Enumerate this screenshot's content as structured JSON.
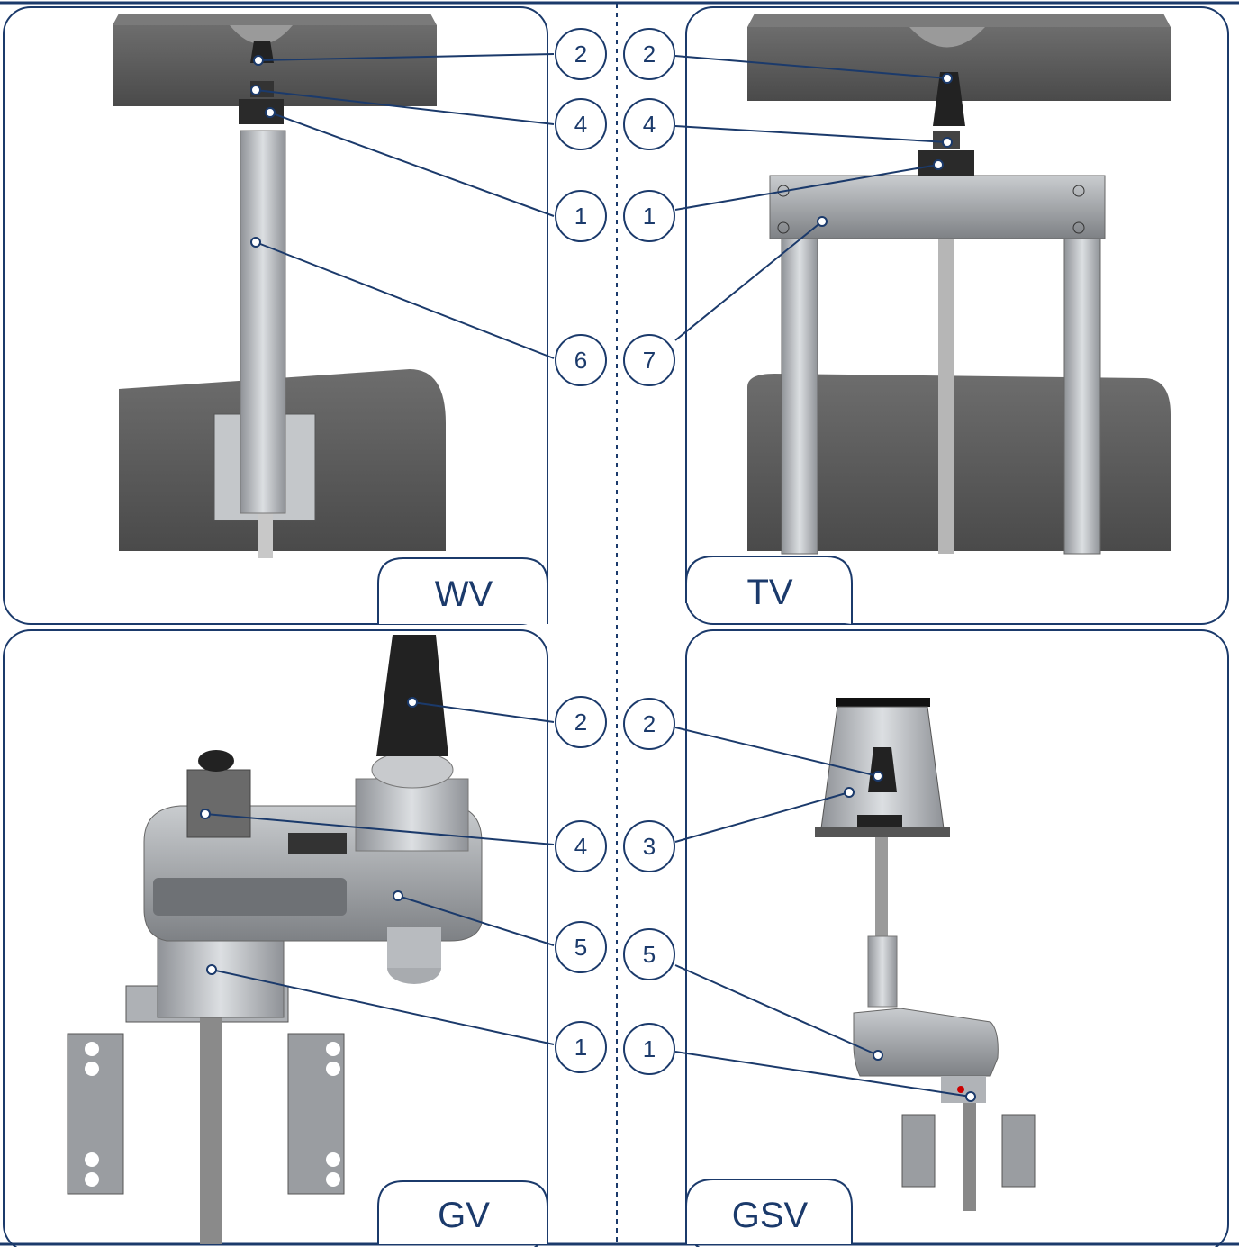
{
  "panels": {
    "top_left": {
      "label": "WV",
      "callouts": [
        "2",
        "4",
        "1",
        "6"
      ]
    },
    "top_right": {
      "label": "TV",
      "callouts": [
        "2",
        "4",
        "1",
        "7"
      ]
    },
    "bottom_left": {
      "label": "GV",
      "callouts": [
        "2",
        "4",
        "5",
        "1"
      ]
    },
    "bottom_right": {
      "label": "GSV",
      "callouts": [
        "2",
        "3",
        "5",
        "1"
      ]
    }
  },
  "colors": {
    "frame": "#1b3a6b",
    "concrete": "#5a5a5a",
    "metal": "#b9bcc0",
    "dark_part": "#2a2a2a"
  }
}
